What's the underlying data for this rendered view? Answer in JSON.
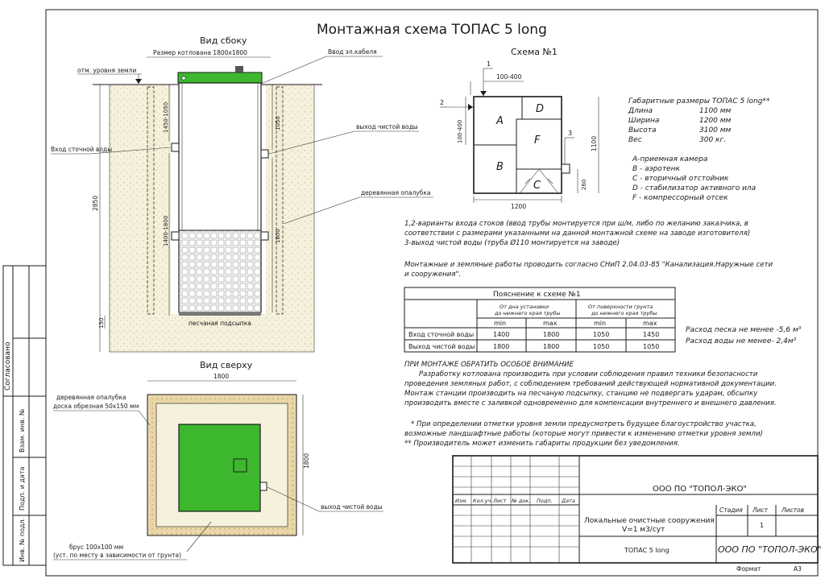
{
  "title": "Монтажная схема ТОПАС 5 long",
  "side_view": {
    "title": "Вид сбоку",
    "pit_size": "Размер котлована 1800х1800",
    "ground_level": "отм. уровня земли",
    "cable_entry": "Ввод эл.кабеля",
    "inlet": "Вход сточной воды",
    "outlet": "выход чистой воды",
    "formwork": "деревянная опалубка",
    "sand_bed": "песчаная подсыпка",
    "dim_2850": "2850",
    "dim_1450_1050": "1450-1050",
    "dim_1050": "1050",
    "dim_1400_1800": "1400-1800",
    "dim_1800": "1800",
    "dim_150": "150"
  },
  "top_view": {
    "title": "Вид сверху",
    "dim_width": "1800",
    "dim_height": "1800",
    "formwork": "деревянная опалубка",
    "board": "доска обрезная 50х150 мм",
    "outlet": "выход чистой воды",
    "beam": "брус 100х100 мм",
    "beam_note": "(уст. по месту в зависимости от грунта)"
  },
  "scheme": {
    "title": "Схема №1",
    "marker1": "1",
    "marker2": "2",
    "marker3": "3",
    "dim_top": "100-400",
    "dim_left": "100-400",
    "dim_bottom": "1200",
    "dim_right": "1100",
    "dim_260": "260",
    "a": "A",
    "b": "B",
    "c": "C",
    "d": "D",
    "f": "F"
  },
  "specs": {
    "heading": "Габаритные размеры ТОПАС 5 long**",
    "rows": [
      {
        "name": "Длина",
        "value": "1100 мм"
      },
      {
        "name": "Ширина",
        "value": "1200 мм"
      },
      {
        "name": "Высота",
        "value": "3100 мм"
      },
      {
        "name": "Вес",
        "value": "300 кг."
      }
    ],
    "legend": [
      "А-приемная камера",
      "В - аэротенк",
      "С - вторичный отстойник",
      "D - стабилизатор активного ила",
      "F - компрессорный отсек"
    ]
  },
  "notes": {
    "variants": [
      "1,2-варианты входа стоков (ввод трубы монтируется при ш/м, либо по желанию заказчика, в",
      "соответствии с размерами указанными на данной монтажной схеме на заводе изготовителя)",
      "3-выход чистой воды (труба Ø110 монтируется на заводе)"
    ],
    "works": [
      "Монтажные и земляные работы проводить согласно СНиП 2.04.03-85 \"Канализация.Наружные сети",
      "и сооружения\"."
    ]
  },
  "table": {
    "caption": "Пояснение к схеме №1",
    "group1": [
      "От дна установки",
      "до нижнего края трубы"
    ],
    "group2": [
      "От поверхности грунта",
      "до нижнего края трубы"
    ],
    "subheaders": [
      "min",
      "max",
      "min",
      "max"
    ],
    "rows": [
      {
        "label": "Вход сточной воды",
        "values": [
          "1400",
          "1800",
          "1050",
          "1450"
        ]
      },
      {
        "label": "Выход чистой воды",
        "values": [
          "1800",
          "1800",
          "1050",
          "1050"
        ]
      }
    ]
  },
  "consumption": {
    "sand": "Расход песка не менее -5,6 м³",
    "water": "Расход воды не менее- 2,4м³"
  },
  "attention": {
    "heading": "ПРИ МОНТАЖЕ ОБРАТИТЬ ОСОБОЕ ВНИМАНИЕ",
    "lines": [
      "Разработку котлована производить при условии соблюдения правил техники безопасности",
      "проведения земляных работ, с соблюдением требований действующей нормативной документации.",
      "Монтаж станции производить на песчаную подсыпку, станцию не подвергать ударам, обсыпку",
      "производить вместе с заливкой одновременно для компенсации внутреннего и внешнего давления."
    ],
    "footnotes": [
      "* При определении отметки уровня земли предусмотреть будущее благоустройство участка,",
      "возможные ландшафтные работы (которые могут привести к изменению отметки уровня земли)",
      "** Производитель может изменить габариты продукции без уведомления."
    ]
  },
  "stamp": {
    "company": "ООО ПО \"ТОПОЛ-ЭКО\"",
    "col_heads": [
      "Изм.",
      "Кол.уч",
      "Лист",
      "№ док.",
      "Подп.",
      "Дата"
    ],
    "stage": "Стадия",
    "sheet": "Лист",
    "sheets": "Листов",
    "sheet_no": "1",
    "object": [
      "Локальные очистные сооружения",
      "V=1 м3/сут"
    ],
    "product": "ТОПАС 5 long",
    "format_label": "Формат",
    "format_value": "А3"
  },
  "side_stamp": [
    "Согласовано",
    "Взам. инв. №",
    "Подп. и дата",
    "Инв. № подл."
  ],
  "colors": {
    "unit_green": "#3db82e",
    "sand": "#f6f1dd",
    "wood": "#e9d7a8",
    "line": "#1a1a1a"
  }
}
